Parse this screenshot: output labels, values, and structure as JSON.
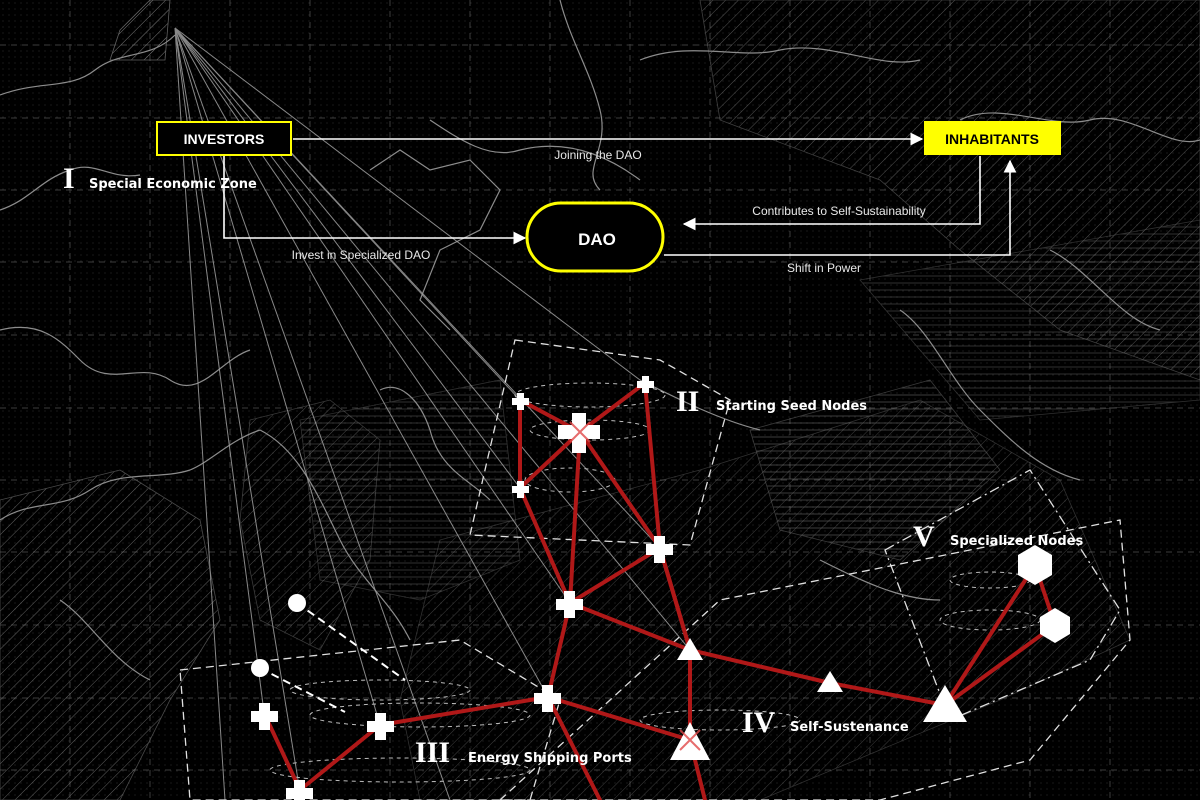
{
  "flow": {
    "investors": "INVESTORS",
    "inhabitants": "INHABITANTS",
    "dao": "DAO",
    "joining": "Joining the DAO",
    "invest": "Invest in Specialized DAO",
    "contributes": "Contributes to Self-Sustainability",
    "shift": "Shift in Power"
  },
  "zones": [
    {
      "numeral": "I",
      "label": "Special Economic Zone"
    },
    {
      "numeral": "II",
      "label": "Starting Seed Nodes"
    },
    {
      "numeral": "III",
      "label": "Energy Shipping Ports"
    },
    {
      "numeral": "IV",
      "label": "Self-Sustenance"
    },
    {
      "numeral": "V",
      "label": "Specialized Nodes"
    }
  ],
  "colors": {
    "background": "#000000",
    "accent": "#ffff00",
    "network_line": "#b01818",
    "map_lines": "#9a9a9a",
    "nodes": "#ffffff"
  }
}
